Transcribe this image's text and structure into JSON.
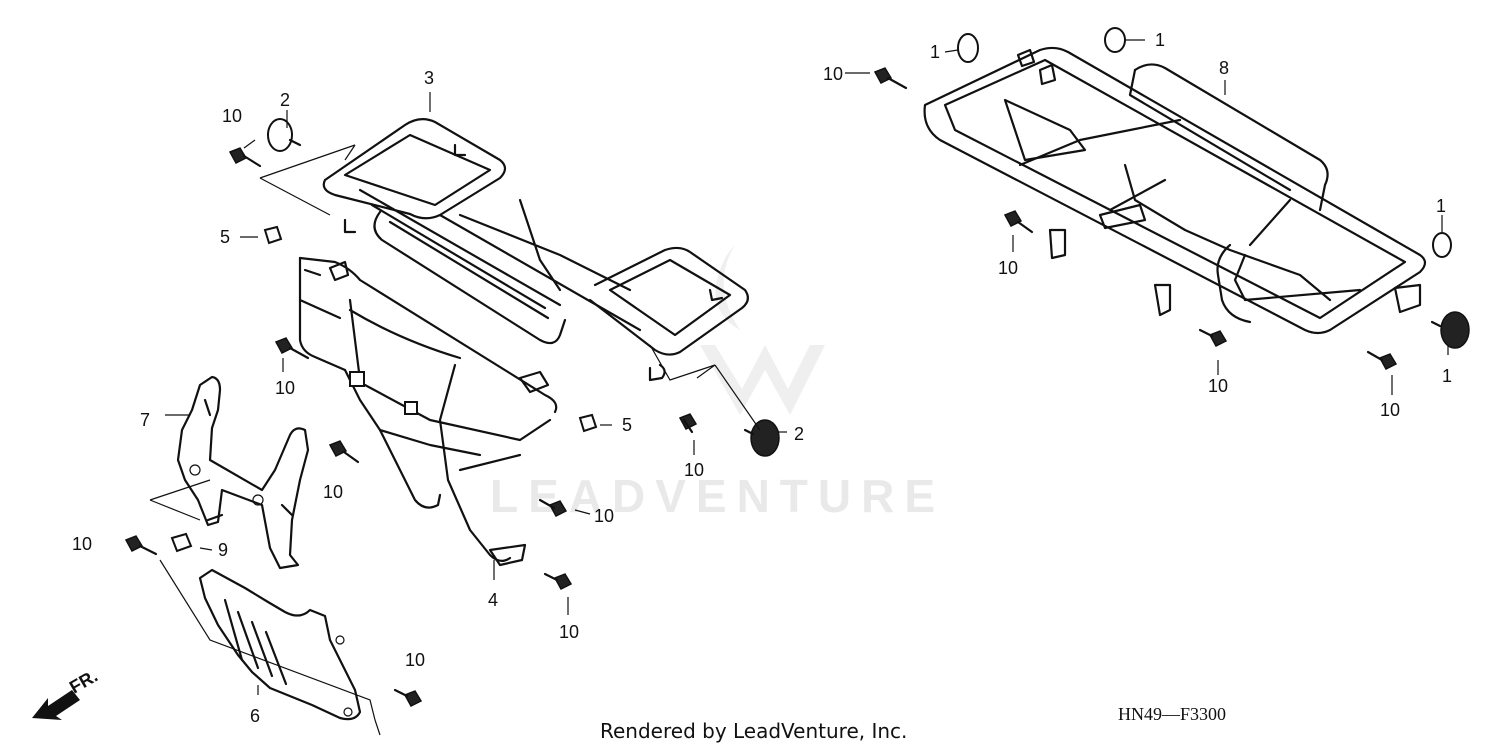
{
  "watermark": {
    "text": "LEADVENTURE"
  },
  "footer": {
    "credit": "Rendered by LeadVenture, Inc.",
    "code": "HN49—F3300"
  },
  "direction": {
    "label": "FR."
  },
  "callouts": [
    {
      "n": "1"
    },
    {
      "n": "1"
    },
    {
      "n": "1"
    },
    {
      "n": "1"
    },
    {
      "n": "2"
    },
    {
      "n": "2"
    },
    {
      "n": "3"
    },
    {
      "n": "4"
    },
    {
      "n": "5"
    },
    {
      "n": "5"
    },
    {
      "n": "6"
    },
    {
      "n": "7"
    },
    {
      "n": "8"
    },
    {
      "n": "9"
    },
    {
      "n": "10"
    },
    {
      "n": "10"
    },
    {
      "n": "10"
    },
    {
      "n": "10"
    },
    {
      "n": "10"
    },
    {
      "n": "10"
    },
    {
      "n": "10"
    },
    {
      "n": "10"
    },
    {
      "n": "10"
    },
    {
      "n": "10"
    },
    {
      "n": "10"
    },
    {
      "n": "10"
    }
  ]
}
